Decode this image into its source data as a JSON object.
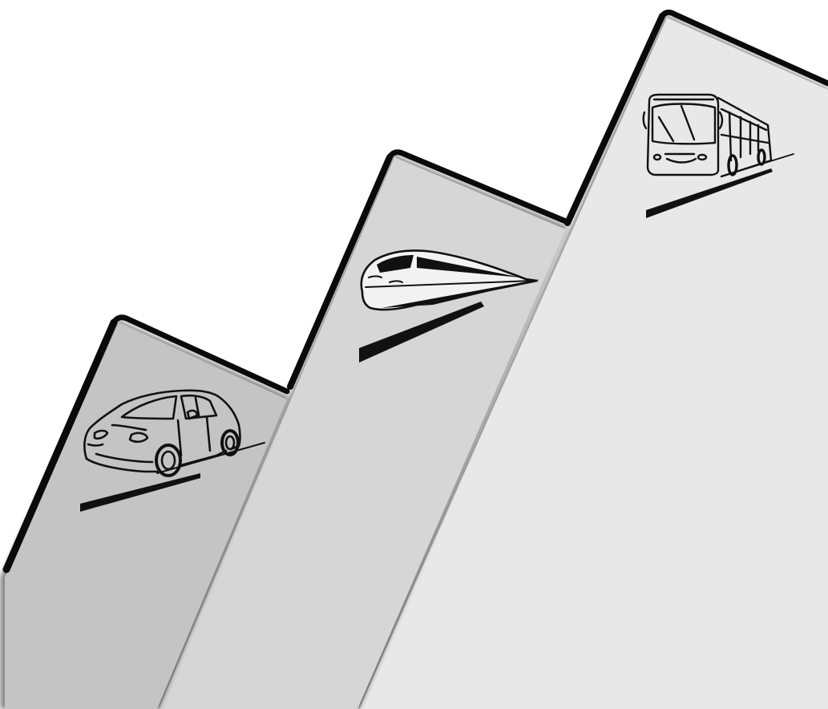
{
  "scene": {
    "description_items": [
      "car",
      "train",
      "bus"
    ],
    "colors": {
      "background": "#ffffff",
      "panel_car": "#c4c4c4",
      "panel_train": "#d6d6d6",
      "panel_bus": "#e8e8e8",
      "edge": "#0a0a0a",
      "icon_stroke": "#111111"
    },
    "icons": {
      "car": "car-icon",
      "train": "train-icon",
      "bus": "bus-icon"
    }
  }
}
